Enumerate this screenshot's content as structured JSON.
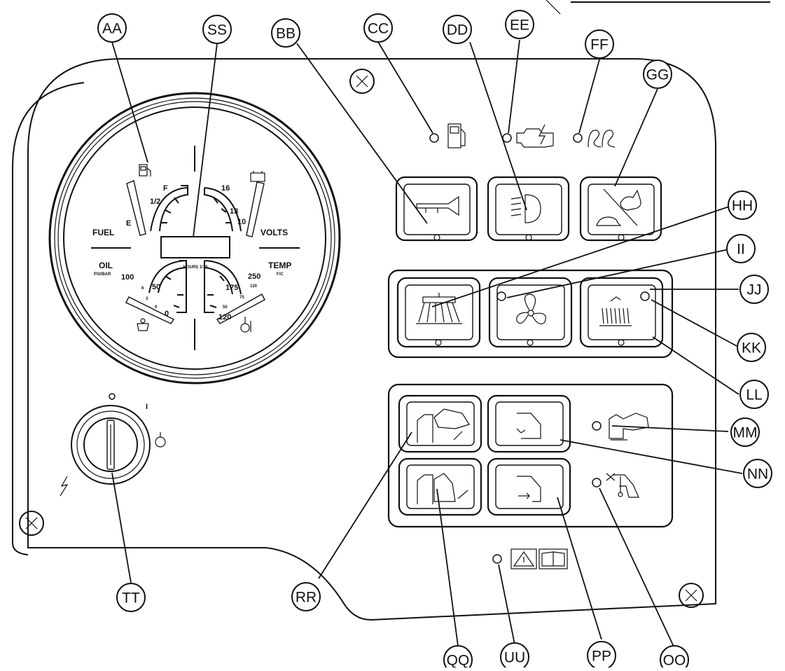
{
  "gauge": {
    "fuel_label": "FUEL",
    "fuel_empty": "E",
    "fuel_half": "1/2",
    "fuel_full": "F",
    "volts_label": "VOLTS",
    "volts_high": "16",
    "volts_mid": "13",
    "volts_low": "10",
    "oil_label": "OIL",
    "oil_sub": "PSI/BAR",
    "oil_100": "100",
    "oil_50": "50",
    "oil_0": "0",
    "oil_bar_6": "6",
    "oil_bar_3": "3",
    "oil_bar_0": "0",
    "temp_label": "TEMP",
    "temp_sub": "F/C",
    "temp_250": "250",
    "temp_175": "175",
    "temp_120": "120",
    "temp_c_120": "120",
    "temp_c_75": "75",
    "temp_c_50": "50",
    "hours_label": "HOURS 1/10"
  },
  "key_switch": {
    "pos_off": "O",
    "pos_on": "I"
  },
  "callouts": [
    {
      "id": "AA"
    },
    {
      "id": "SS"
    },
    {
      "id": "BB"
    },
    {
      "id": "CC"
    },
    {
      "id": "DD"
    },
    {
      "id": "EE"
    },
    {
      "id": "FF"
    },
    {
      "id": "GG"
    },
    {
      "id": "HH"
    },
    {
      "id": "II"
    },
    {
      "id": "JJ"
    },
    {
      "id": "KK"
    },
    {
      "id": "LL"
    },
    {
      "id": "MM"
    },
    {
      "id": "NN"
    },
    {
      "id": "OO"
    },
    {
      "id": "PP"
    },
    {
      "id": "QQ"
    },
    {
      "id": "UU"
    },
    {
      "id": "RR"
    },
    {
      "id": "TT"
    }
  ],
  "icons": {
    "fuel_pump": "fuel-pump-icon",
    "check_engine": "check-engine-icon",
    "glow_plug": "glow-plug-icon",
    "horn": "horn-icon",
    "headlight": "headlight-icon",
    "speed_range": "rabbit-turtle-icon",
    "brush": "brush-icon",
    "fan": "fan-icon",
    "spray": "water-spray-icon",
    "hopper_raise": "hopper-raise-icon",
    "hopper_lower": "hopper-lower-icon",
    "door_open": "door-open-icon",
    "door_close": "door-close-icon",
    "hopper_up_lamp": "hopper-up-icon",
    "hopper_door_lamp": "hopper-door-icon",
    "warning": "warning-triangle-icon",
    "manual": "operator-manual-icon",
    "battery": "battery-icon",
    "thermometer": "thermometer-icon",
    "oil_can": "oil-can-icon",
    "glow": "glow-start-icon",
    "lightning": "lightning-icon"
  },
  "colors": {
    "ink": "#111111",
    "paper": "#ffffff"
  }
}
